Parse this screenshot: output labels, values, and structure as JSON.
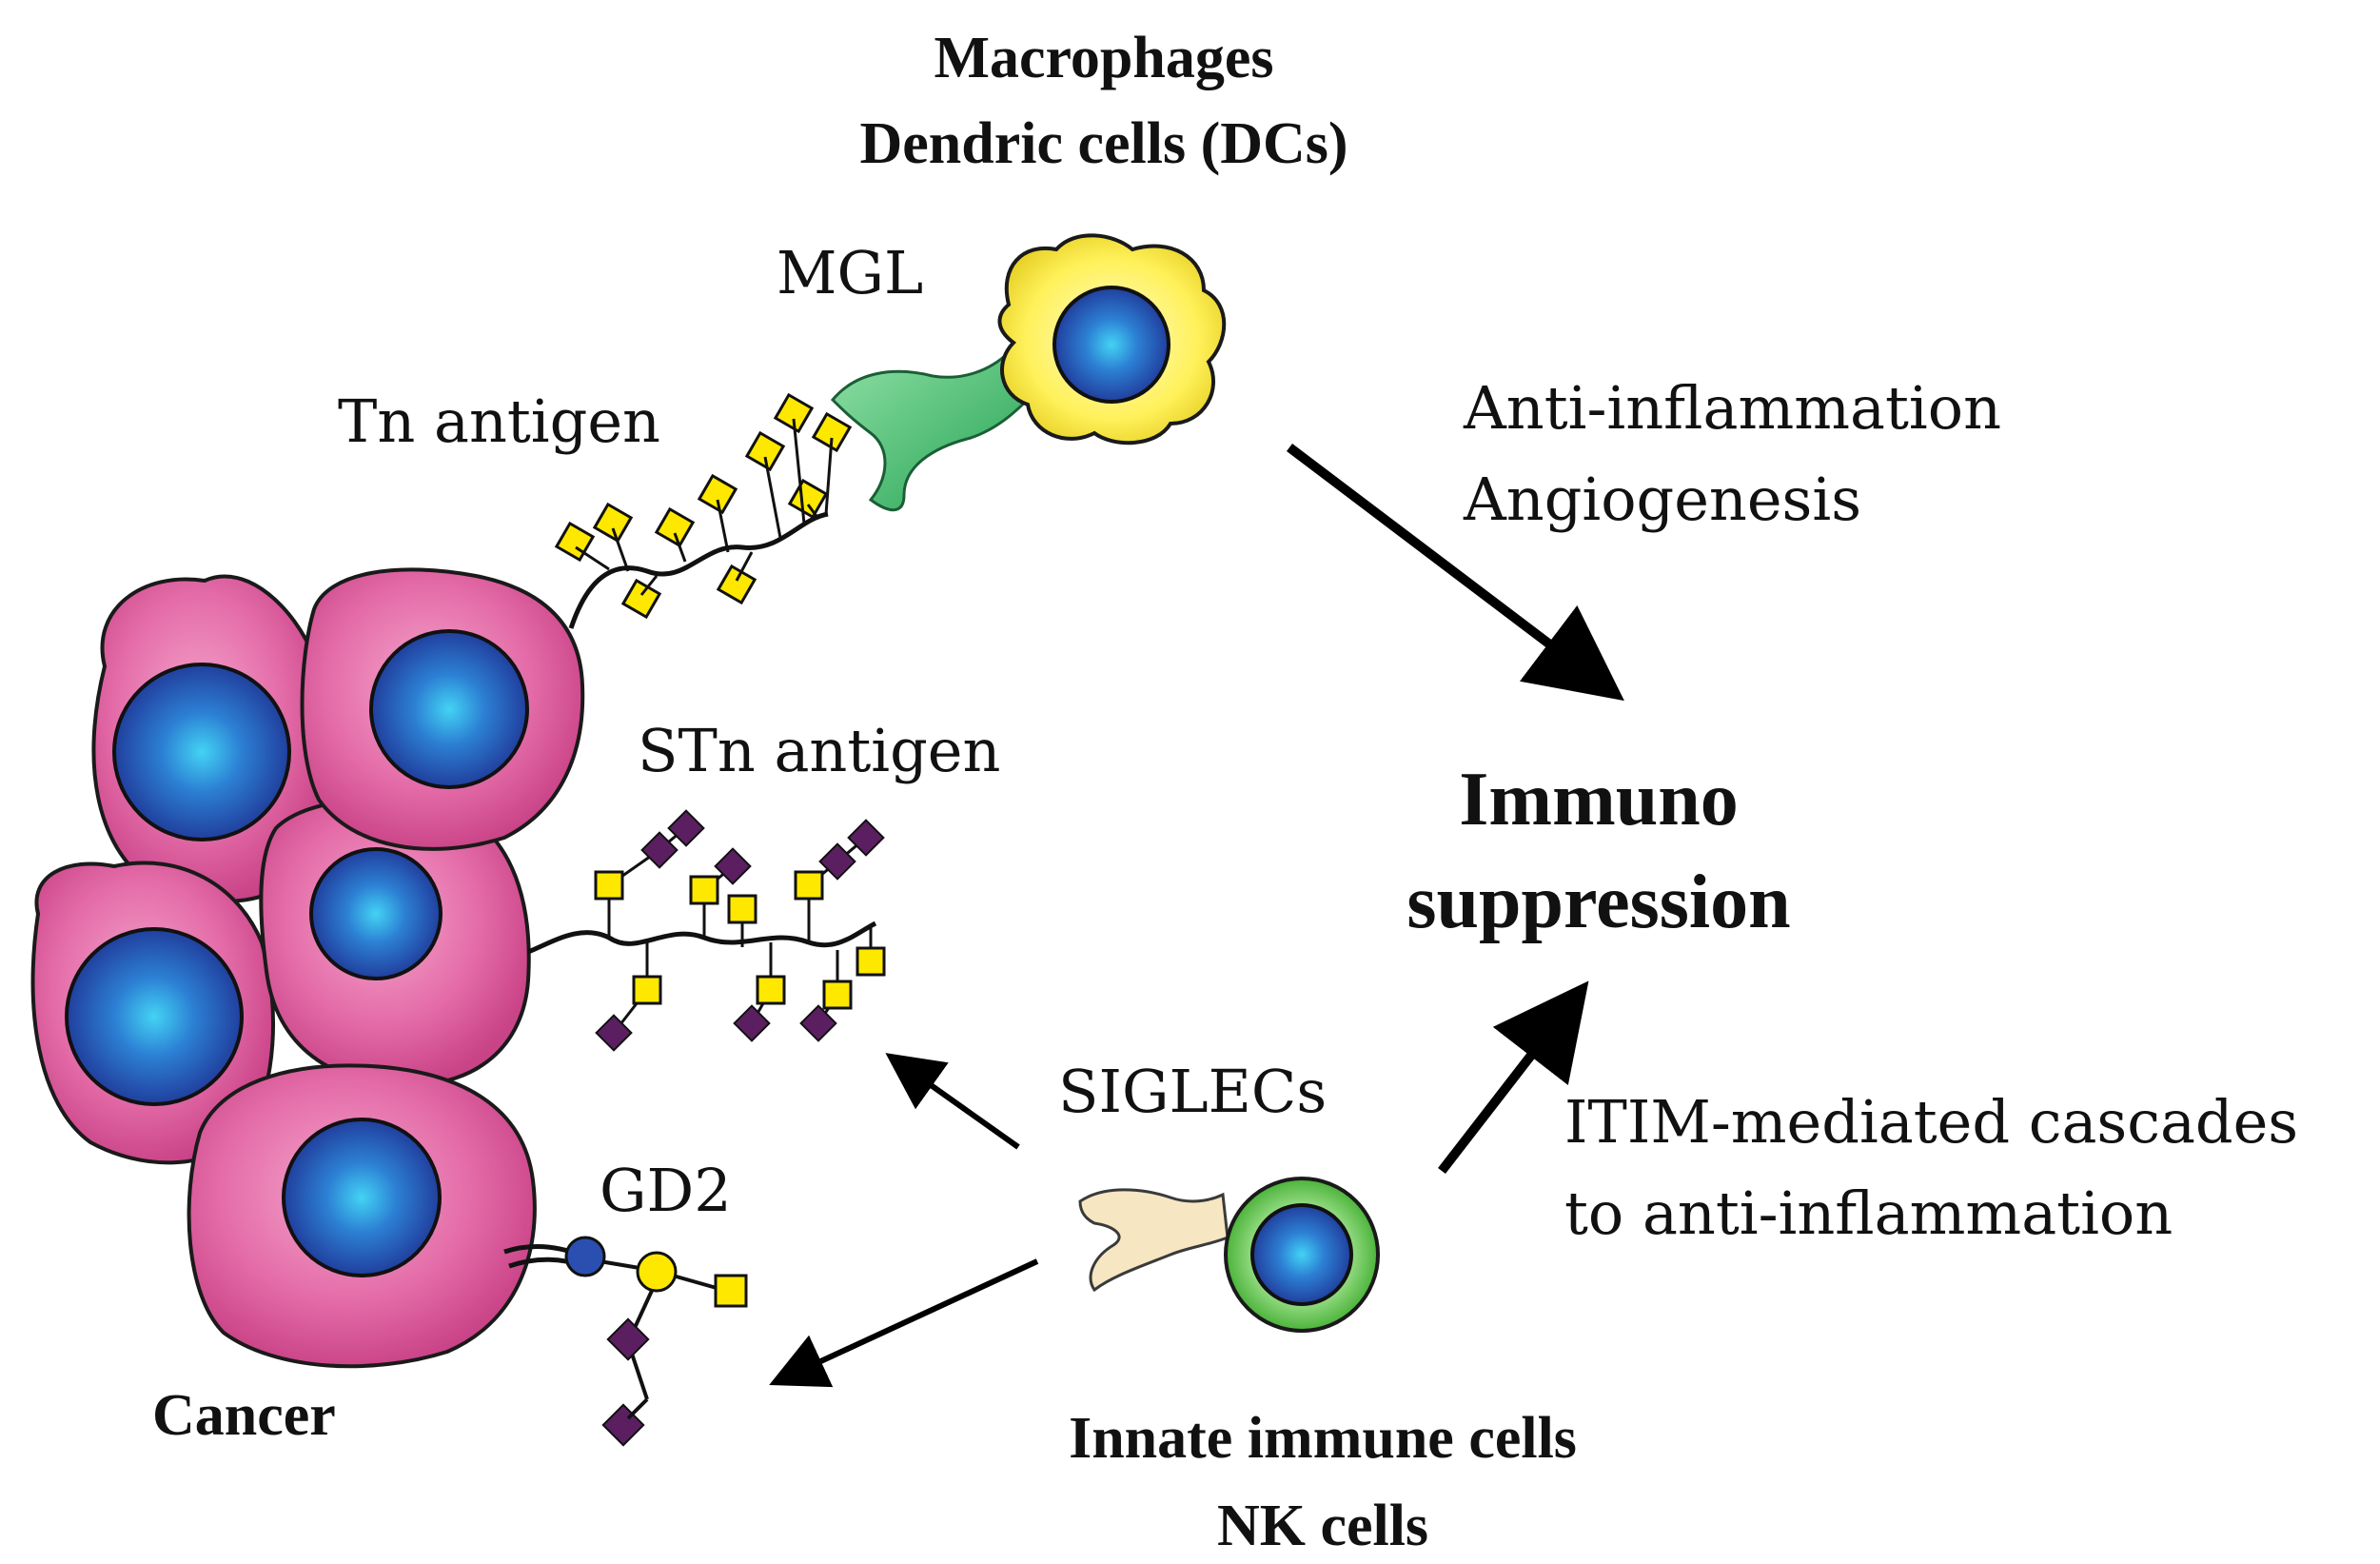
{
  "labels": {
    "macrophages": "Macrophages",
    "dendric_cells": "Dendric cells (DCs)",
    "mgl": "MGL",
    "tn_antigen": "Tn antigen",
    "stn_antigen": "STn antigen",
    "gd2": "GD2",
    "cancer": "Cancer",
    "anti_inflammation": "Anti-inflammation",
    "angiogenesis": "Angiogenesis",
    "immuno_line1": "Immuno",
    "immuno_line2": "suppression",
    "siglecs": "SIGLECs",
    "itim_line1": "ITIM-mediated cascades",
    "itim_line2": "to anti-inflammation",
    "innate_immune_cells": "Innate immune cells",
    "nk_cells": "NK cells"
  },
  "colors": {
    "cancer_cell": "#e36aa6",
    "nucleus": "#2a4fb0",
    "nucleus_center": "#39c9f0",
    "tn_sugar": "#ffe800",
    "stn_sialic": "#5b1f61",
    "mgl_receptor": "#3fb96a",
    "macrophage": "#fff15a",
    "siglec_receptor": "#f6e6c2",
    "nk_ring": "#5cc04a",
    "gd2_blue": "#2a4fb0",
    "gd2_yellow": "#ffe800",
    "arrow": "#000000"
  }
}
